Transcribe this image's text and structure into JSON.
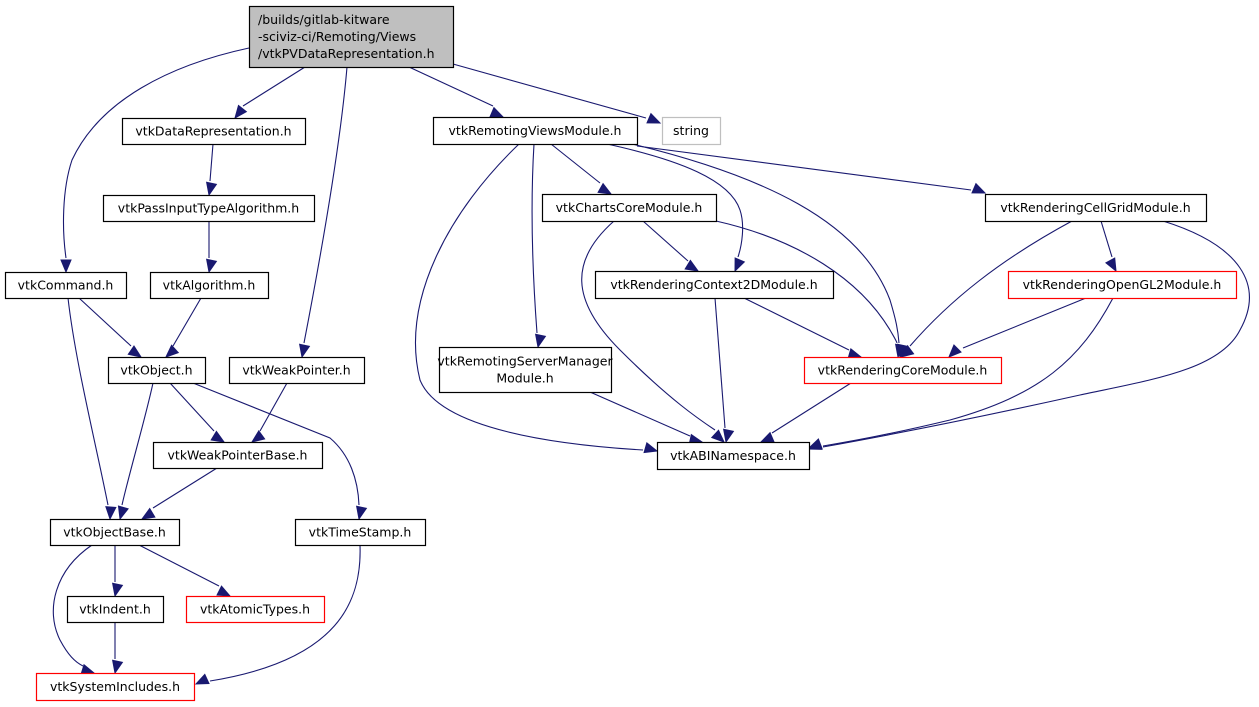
{
  "diagram": {
    "type": "include-dependency-graph",
    "colors": {
      "edge": "#191970",
      "root_fill": "#bfbfbf",
      "normal_border": "#000000",
      "truncated_border": "#ff0000",
      "external_border": "#bfbfbf"
    },
    "nodes": [
      {
        "id": "root",
        "lines": [
          "/builds/gitlab-kitware",
          "-sciviz-ci/Remoting/Views",
          "/vtkPVDataRepresentation.h"
        ],
        "kind": "root"
      },
      {
        "id": "vtkDataRepresentation",
        "lines": [
          "vtkDataRepresentation.h"
        ],
        "kind": "normal"
      },
      {
        "id": "vtkPassInputTypeAlgorithm",
        "lines": [
          "vtkPassInputTypeAlgorithm.h"
        ],
        "kind": "normal"
      },
      {
        "id": "vtkAlgorithm",
        "lines": [
          "vtkAlgorithm.h"
        ],
        "kind": "normal"
      },
      {
        "id": "vtkCommand",
        "lines": [
          "vtkCommand.h"
        ],
        "kind": "normal"
      },
      {
        "id": "vtkObject",
        "lines": [
          "vtkObject.h"
        ],
        "kind": "normal"
      },
      {
        "id": "vtkWeakPointer",
        "lines": [
          "vtkWeakPointer.h"
        ],
        "kind": "normal"
      },
      {
        "id": "vtkWeakPointerBase",
        "lines": [
          "vtkWeakPointerBase.h"
        ],
        "kind": "normal"
      },
      {
        "id": "vtkObjectBase",
        "lines": [
          "vtkObjectBase.h"
        ],
        "kind": "normal"
      },
      {
        "id": "vtkTimeStamp",
        "lines": [
          "vtkTimeStamp.h"
        ],
        "kind": "normal"
      },
      {
        "id": "vtkIndent",
        "lines": [
          "vtkIndent.h"
        ],
        "kind": "normal"
      },
      {
        "id": "vtkAtomicTypes",
        "lines": [
          "vtkAtomicTypes.h"
        ],
        "kind": "truncated"
      },
      {
        "id": "vtkSystemIncludes",
        "lines": [
          "vtkSystemIncludes.h"
        ],
        "kind": "truncated"
      },
      {
        "id": "vtkRemotingViewsModule",
        "lines": [
          "vtkRemotingViewsModule.h"
        ],
        "kind": "normal"
      },
      {
        "id": "string",
        "lines": [
          "string"
        ],
        "kind": "external"
      },
      {
        "id": "vtkChartsCoreModule",
        "lines": [
          "vtkChartsCoreModule.h"
        ],
        "kind": "normal"
      },
      {
        "id": "vtkRenderingContext2DModule",
        "lines": [
          "vtkRenderingContext2DModule.h"
        ],
        "kind": "normal"
      },
      {
        "id": "vtkRemotingServerManagerModule",
        "lines": [
          "vtkRemotingServerManager",
          "Module.h"
        ],
        "kind": "normal"
      },
      {
        "id": "vtkRenderingCoreModule",
        "lines": [
          "vtkRenderingCoreModule.h"
        ],
        "kind": "truncated"
      },
      {
        "id": "vtkABINamespace",
        "lines": [
          "vtkABINamespace.h"
        ],
        "kind": "normal"
      },
      {
        "id": "vtkRenderingCellGridModule",
        "lines": [
          "vtkRenderingCellGridModule.h"
        ],
        "kind": "normal"
      },
      {
        "id": "vtkRenderingOpenGL2Module",
        "lines": [
          "vtkRenderingOpenGL2Module.h"
        ],
        "kind": "truncated"
      }
    ],
    "edges": [
      {
        "from": "root",
        "to": "vtkDataRepresentation"
      },
      {
        "from": "root",
        "to": "vtkCommand"
      },
      {
        "from": "root",
        "to": "vtkWeakPointer"
      },
      {
        "from": "root",
        "to": "vtkRemotingViewsModule"
      },
      {
        "from": "root",
        "to": "string"
      },
      {
        "from": "vtkDataRepresentation",
        "to": "vtkPassInputTypeAlgorithm"
      },
      {
        "from": "vtkPassInputTypeAlgorithm",
        "to": "vtkAlgorithm"
      },
      {
        "from": "vtkAlgorithm",
        "to": "vtkObject"
      },
      {
        "from": "vtkCommand",
        "to": "vtkObject"
      },
      {
        "from": "vtkCommand",
        "to": "vtkObjectBase"
      },
      {
        "from": "vtkObject",
        "to": "vtkObjectBase"
      },
      {
        "from": "vtkObject",
        "to": "vtkWeakPointerBase"
      },
      {
        "from": "vtkObject",
        "to": "vtkTimeStamp"
      },
      {
        "from": "vtkWeakPointer",
        "to": "vtkWeakPointerBase"
      },
      {
        "from": "vtkWeakPointerBase",
        "to": "vtkObjectBase"
      },
      {
        "from": "vtkObjectBase",
        "to": "vtkIndent"
      },
      {
        "from": "vtkObjectBase",
        "to": "vtkAtomicTypes"
      },
      {
        "from": "vtkObjectBase",
        "to": "vtkSystemIncludes"
      },
      {
        "from": "vtkIndent",
        "to": "vtkSystemIncludes"
      },
      {
        "from": "vtkTimeStamp",
        "to": "vtkSystemIncludes"
      },
      {
        "from": "vtkRemotingViewsModule",
        "to": "vtkChartsCoreModule"
      },
      {
        "from": "vtkRemotingViewsModule",
        "to": "vtkRenderingContext2DModule"
      },
      {
        "from": "vtkRemotingViewsModule",
        "to": "vtkRemotingServerManagerModule"
      },
      {
        "from": "vtkRemotingViewsModule",
        "to": "vtkRenderingCoreModule"
      },
      {
        "from": "vtkRemotingViewsModule",
        "to": "vtkABINamespace"
      },
      {
        "from": "vtkRemotingViewsModule",
        "to": "vtkRenderingCellGridModule"
      },
      {
        "from": "vtkChartsCoreModule",
        "to": "vtkRenderingContext2DModule"
      },
      {
        "from": "vtkChartsCoreModule",
        "to": "vtkRenderingCoreModule"
      },
      {
        "from": "vtkChartsCoreModule",
        "to": "vtkABINamespace"
      },
      {
        "from": "vtkRenderingContext2DModule",
        "to": "vtkRenderingCoreModule"
      },
      {
        "from": "vtkRenderingContext2DModule",
        "to": "vtkABINamespace"
      },
      {
        "from": "vtkRemotingServerManagerModule",
        "to": "vtkABINamespace"
      },
      {
        "from": "vtkRenderingCoreModule",
        "to": "vtkABINamespace"
      },
      {
        "from": "vtkRenderingCellGridModule",
        "to": "vtkRenderingOpenGL2Module"
      },
      {
        "from": "vtkRenderingCellGridModule",
        "to": "vtkRenderingCoreModule"
      },
      {
        "from": "vtkRenderingCellGridModule",
        "to": "vtkABINamespace"
      },
      {
        "from": "vtkRenderingOpenGL2Module",
        "to": "vtkRenderingCoreModule"
      },
      {
        "from": "vtkRenderingOpenGL2Module",
        "to": "vtkABINamespace"
      }
    ]
  }
}
